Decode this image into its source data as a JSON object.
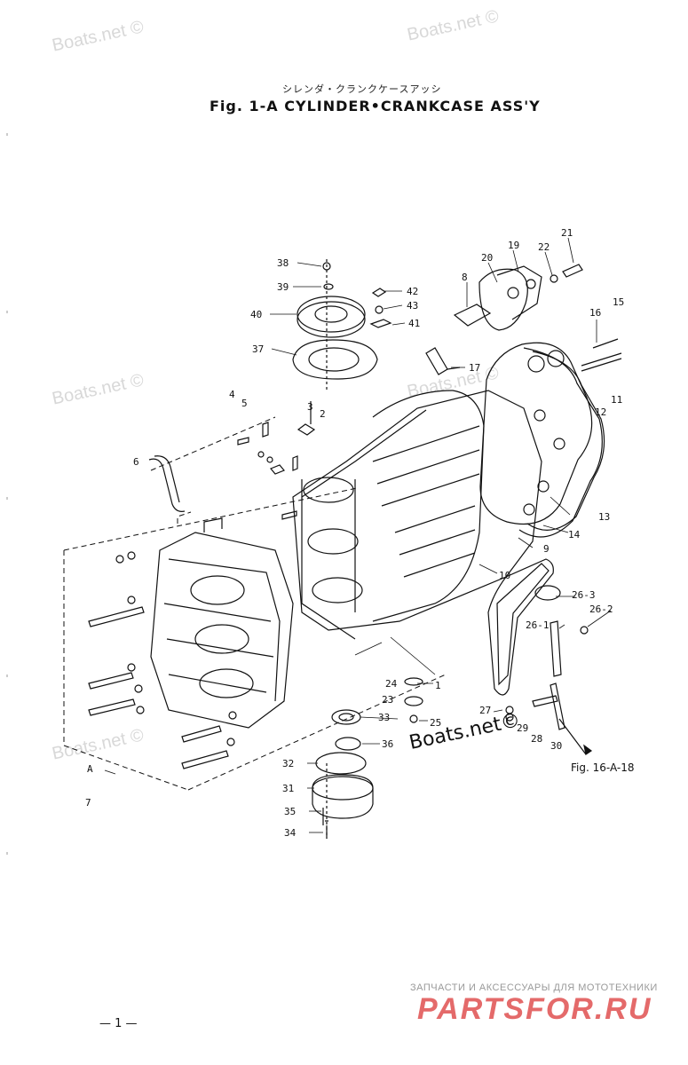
{
  "title_jp": "シレンダ・クランクケースアッシ",
  "title": "Fig. 1-A   CYLINDER•CRANKCASE ASS'Y",
  "watermark": "Boats.net ©",
  "boats_mark": "Boats.net©",
  "figure_reference": "Fig. 16-A-18",
  "page_number": "— 1 —",
  "footer": {
    "tagline": "ЗАПЧАСТИ И АКСЕССУАРЫ ДЛЯ МОТОТЕХНИКИ",
    "logo": "PARTSFOR.RU"
  },
  "callouts": [
    "38",
    "39",
    "40",
    "37",
    "42",
    "43",
    "41",
    "8",
    "20",
    "19",
    "22",
    "21",
    "16",
    "15",
    "17",
    "11",
    "12",
    "13",
    "14",
    "9",
    "10",
    "4",
    "5",
    "3",
    "2",
    "6",
    "26-3",
    "26-2",
    "26-1",
    "24",
    "23",
    "25",
    "33",
    "36",
    "32",
    "31",
    "35",
    "34",
    "27",
    "28",
    "29",
    "30",
    "1",
    "7",
    "A"
  ]
}
